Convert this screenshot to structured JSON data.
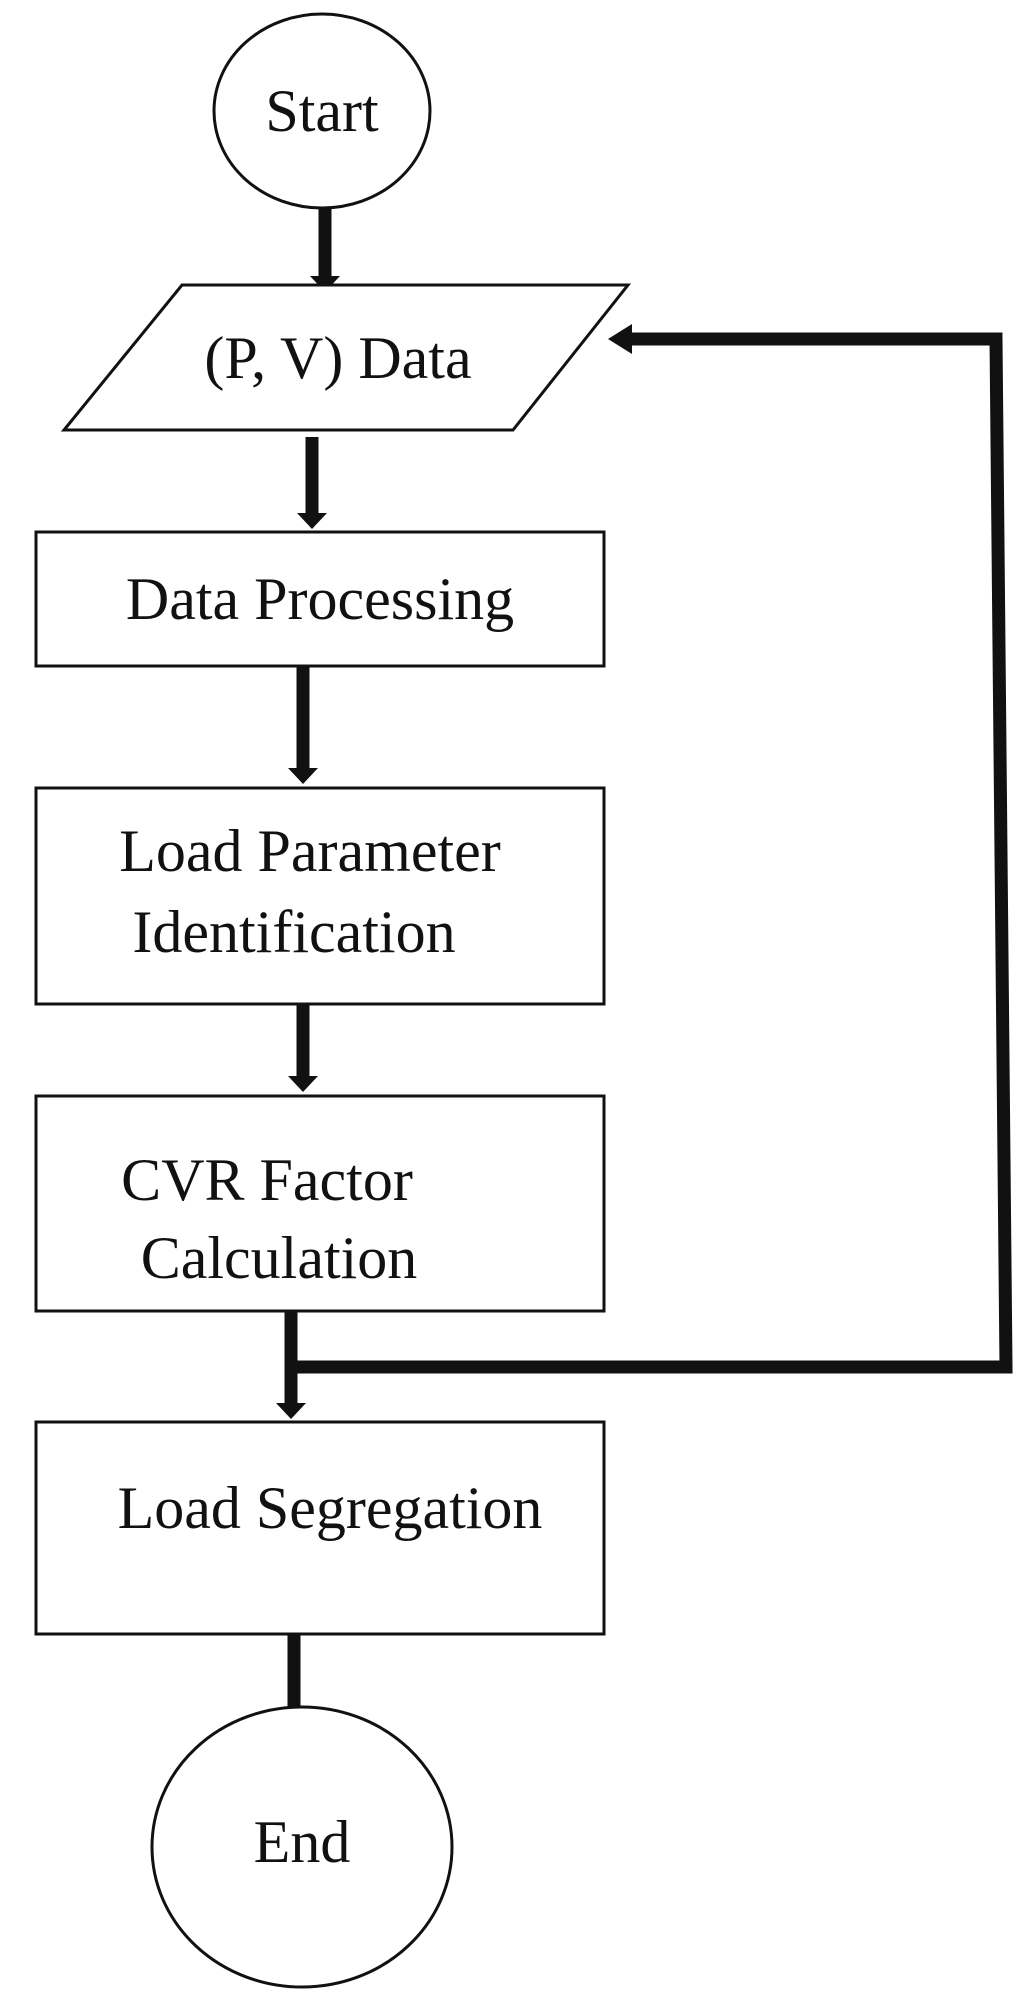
{
  "diagram": {
    "nodes": {
      "start": {
        "label": "Start"
      },
      "pv_data": {
        "label": "(P, V) Data"
      },
      "data_processing": {
        "label": "Data Processing"
      },
      "load_param": {
        "line1": "Load Parameter",
        "line2": "Identification"
      },
      "cvr_factor": {
        "line1": "CVR Factor",
        "line2": "Calculation"
      },
      "load_segregation": {
        "label": "Load Segregation"
      },
      "end": {
        "label": "End"
      }
    },
    "edges": [
      {
        "from": "Start",
        "to": "(P, V) Data"
      },
      {
        "from": "(P, V) Data",
        "to": "Data Processing"
      },
      {
        "from": "Data Processing",
        "to": "Load Parameter Identification"
      },
      {
        "from": "Load Parameter Identification",
        "to": "CVR Factor Calculation"
      },
      {
        "from": "CVR Factor Calculation",
        "to": "Load Segregation"
      },
      {
        "from": "CVR Factor Calculation",
        "to": "(P, V) Data",
        "type": "feedback-loop"
      },
      {
        "from": "Load Segregation",
        "to": "End"
      }
    ],
    "colors": {
      "stroke": "#111111",
      "fill": "#ffffff",
      "text": "#111111"
    }
  }
}
